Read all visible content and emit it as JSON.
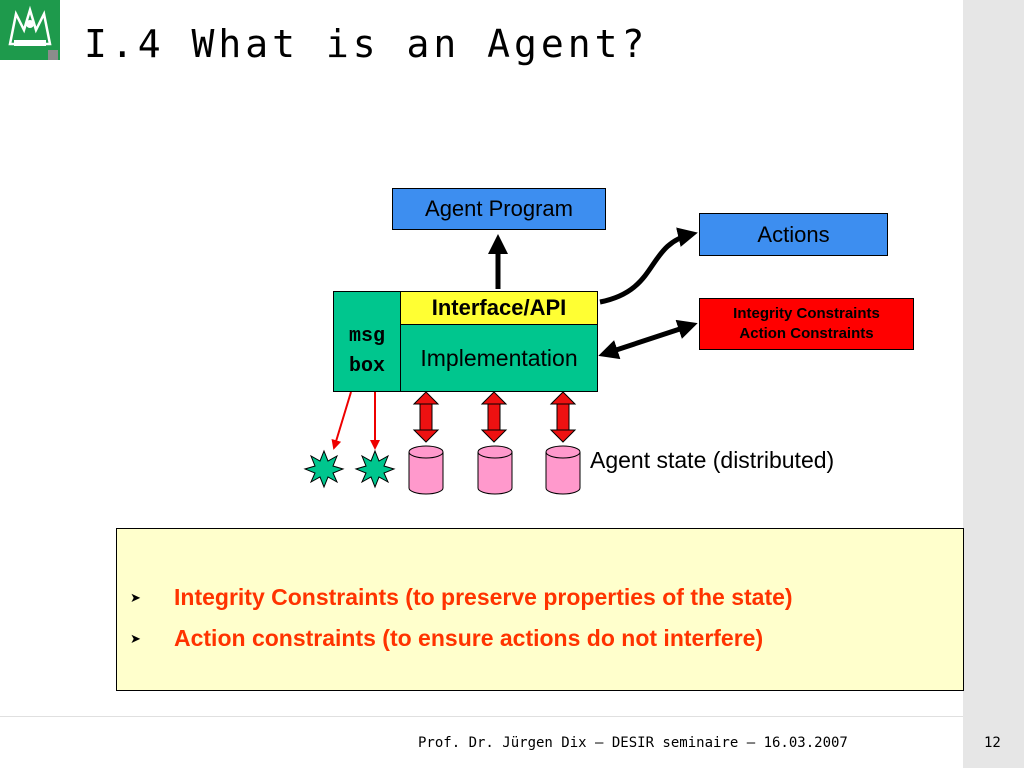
{
  "slide": {
    "title": "I.4 What is an Agent?",
    "footer": "Prof. Dr. Jürgen Dix – DESIR seminaire – 16.03.2007",
    "page_number": "12"
  },
  "diagram": {
    "agent_program": "Agent Program",
    "actions": "Actions",
    "constraints_line1": "Integrity Constraints",
    "constraints_line2": "Action Constraints",
    "msg_line1": "msg",
    "msg_line2": "box",
    "interface": "Interface/API",
    "implementation": "Implementation",
    "state_label": "Agent state (distributed)"
  },
  "bullets": [
    "Integrity Constraints (to preserve properties of the state)",
    "Action constraints (to ensure actions do not interfere)"
  ],
  "colors": {
    "logo_green": "#1e9a4c",
    "box_blue": "#3d8ef0",
    "box_green": "#00c68e",
    "interface_yellow": "#ffff33",
    "constraint_red": "#ff0000",
    "cylinder_pink": "#ff99cc",
    "note_background": "#ffffcc",
    "bullet_text": "#ff3300"
  }
}
